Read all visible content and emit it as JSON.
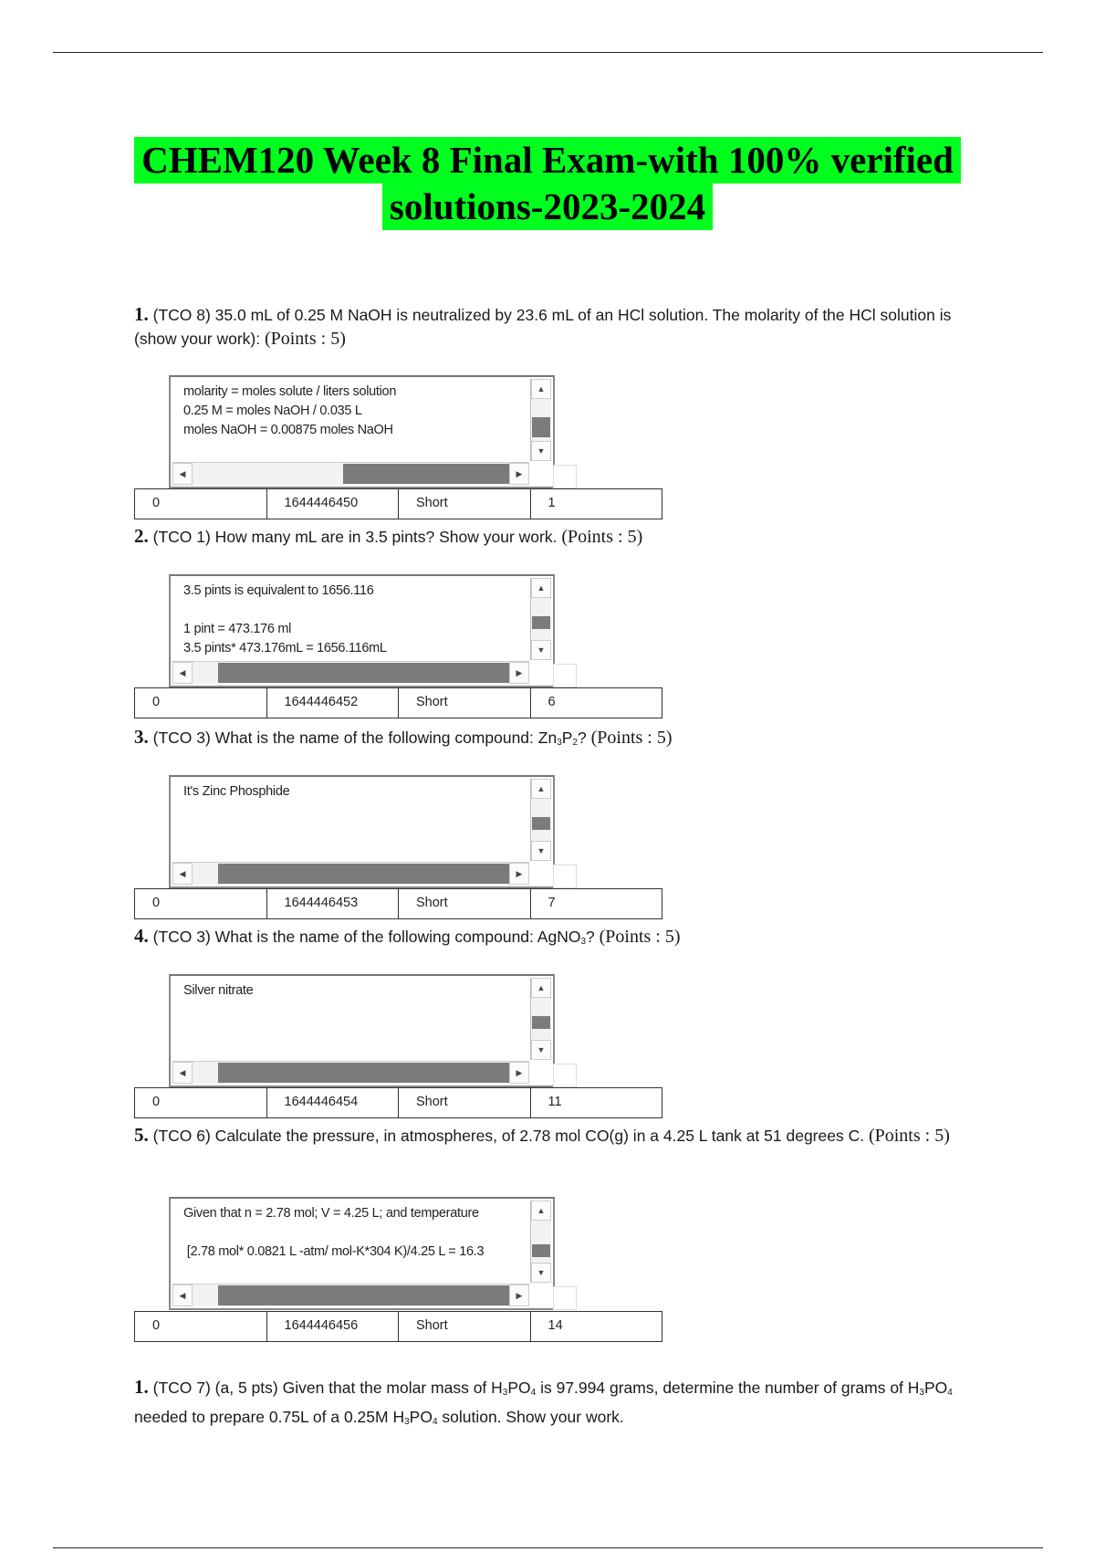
{
  "document": {
    "title_line1": "CHEM120 Week 8 Final Exam-with 100% verified",
    "title_line2": "solutions-2023-2024"
  },
  "questions": [
    {
      "number": "1.",
      "text": "(TCO 8) 35.0 mL of 0.25 M NaOH is neutralized by 23.6 mL of an HCl solution. The molarity of the HCl solution is (show your work):",
      "points": "(Points : 5)",
      "answer": "molarity = moles solute / liters solution\n0.25 M = moles NaOH / 0.035 L\nmoles NaOH = 0.00875 moles NaOH",
      "row": [
        "0",
        "1644446450",
        "Short",
        "1"
      ]
    },
    {
      "number": "2.",
      "text": "(TCO 1) How many mL are in 3.5 pints? Show your work.",
      "points": "(Points : 5)",
      "answer": "3.5 pints is equivalent to 1656.116\n\n1 pint = 473.176 ml\n3.5 pints* 473.176mL = 1656.116mL",
      "row": [
        "0",
        "1644446452",
        "Short",
        "6"
      ]
    },
    {
      "number": "3.",
      "text_before": "(TCO 3) What is the name of the following compound: Zn",
      "sub1": "3",
      "text_mid": "P",
      "sub2": "2",
      "text_after": "?",
      "points": "(Points : 5)",
      "answer": "It's Zinc Phosphide",
      "row": [
        "0",
        "1644446453",
        "Short",
        "7"
      ]
    },
    {
      "number": "4.",
      "text_before": "(TCO 3) What is the name of the following compound: AgNO",
      "sub1": "3",
      "text_after": "?",
      "points": "(Points : 5)",
      "answer": "Silver nitrate",
      "row": [
        "0",
        "1644446454",
        "Short",
        "11"
      ]
    },
    {
      "number": "5.",
      "text": "(TCO 6) Calculate the pressure, in atmospheres, of 2.78 mol CO(g) in a 4.25 L tank at 51 degrees C.",
      "points": "(Points : 5)",
      "answer": "Given that n = 2.78 mol; V = 4.25 L; and temperature\n\n [2.78 mol* 0.0821 L -atm/ mol-K*304 K)/4.25 L = 16.3",
      "row": [
        "0",
        "1644446456",
        "Short",
        "14"
      ]
    },
    {
      "number": "1.",
      "text_a": "(TCO 7) (a, 5 pts) Given that the molar mass of H",
      "sub_a1": "3",
      "text_b": "PO",
      "sub_a2": "4",
      "text_c": " is 97.994 grams, determine the number of grams of H",
      "sub_b1": "3",
      "text_d": "PO",
      "sub_b2": "4",
      "text_e": " needed to prepare 0.75L of a 0.25M H",
      "sub_c1": "3",
      "text_f": "PO",
      "sub_c2": "4",
      "text_g": " solution. Show your work."
    }
  ]
}
